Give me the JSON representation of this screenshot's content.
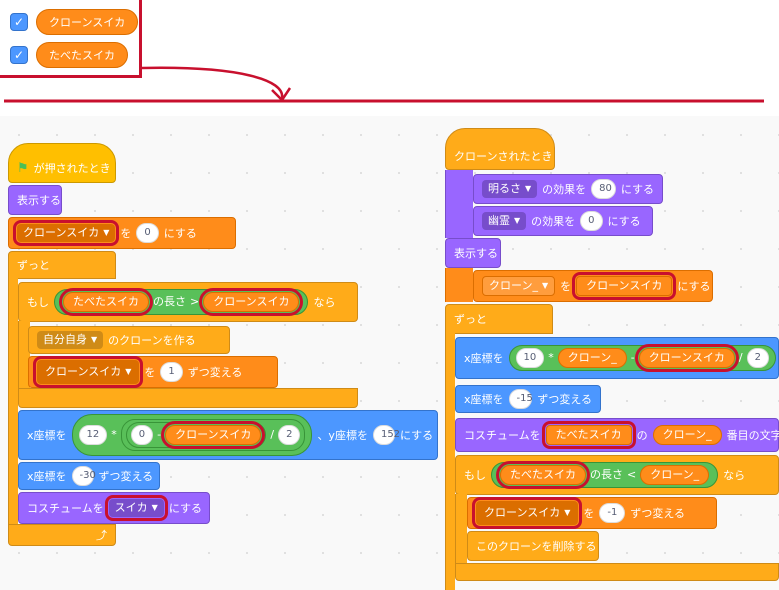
{
  "variables": {
    "items": [
      {
        "label": "クローンスイカ",
        "checked": true
      },
      {
        "label": "たべたスイカ",
        "checked": true
      }
    ]
  },
  "left": {
    "hat": "が押されたとき",
    "show": "表示する",
    "set": {
      "var": "クローンスイカ",
      "to": "を",
      "value": "0",
      "tail": "にする"
    },
    "forever": "ずっと",
    "if": {
      "kw": "もし",
      "a": "たべたスイカ",
      "len": "の長さ",
      "gt": ">",
      "b": "クローンスイカ",
      "then": "なら"
    },
    "clone": {
      "target": "自分自身",
      "tail": "のクローンを作る"
    },
    "change1": {
      "var": "クローンスイカ",
      "by": "を",
      "value": "1",
      "tail": "ずつ変える"
    },
    "goto": {
      "xlabel": "x座標を",
      "n12": "12",
      "mul": "*",
      "n0": "0",
      "minus": "-",
      "var": "クローンスイカ",
      "div": "/",
      "n2": "2",
      "ylabel": "、y座標を",
      "y": "152",
      "tail": "にする"
    },
    "changex": {
      "label": "x座標を",
      "value": "-30",
      "tail": "ずつ変える"
    },
    "costume": {
      "label": "コスチュームを",
      "name": "スイカ",
      "tail": "にする"
    }
  },
  "right": {
    "hat": "クローンされたとき",
    "eff1": {
      "name": "明るさ",
      "mid": "の効果を",
      "value": "80",
      "tail": "にする"
    },
    "eff2": {
      "name": "幽霊",
      "mid": "の効果を",
      "value": "0",
      "tail": "にする"
    },
    "show": "表示する",
    "set": {
      "var": "クローン_",
      "to": "を",
      "val": "クローンスイカ",
      "tail": "にする"
    },
    "forever": "ずっと",
    "setx": {
      "label": "x座標を",
      "n10": "10",
      "mul": "*",
      "a": "クローン_",
      "minus": "-",
      "b": "クローンスイカ",
      "div": "/",
      "n2": "2"
    },
    "changex": {
      "label": "x座標を",
      "value": "-15",
      "tail": "ずつ変える"
    },
    "costume": {
      "label": "コスチュームを",
      "var": "たべたスイカ",
      "of": "の",
      "idx": "クローン_",
      "tail": "番目の文字"
    },
    "if": {
      "kw": "もし",
      "a": "たべたスイカ",
      "len": "の長さ",
      "lt": "<",
      "b": "クローン_",
      "then": "なら"
    },
    "change": {
      "var": "クローンスイカ",
      "by": "を",
      "value": "-1",
      "tail": "ずつ変える"
    },
    "del": "このクローンを削除する"
  },
  "colors": {
    "highlight": "#c8102e",
    "events": "#ffbf00",
    "looks": "#9966ff",
    "control": "#ffab19",
    "variables": "#ff8c1a",
    "motion": "#4c97ff",
    "operators": "#59c059"
  }
}
